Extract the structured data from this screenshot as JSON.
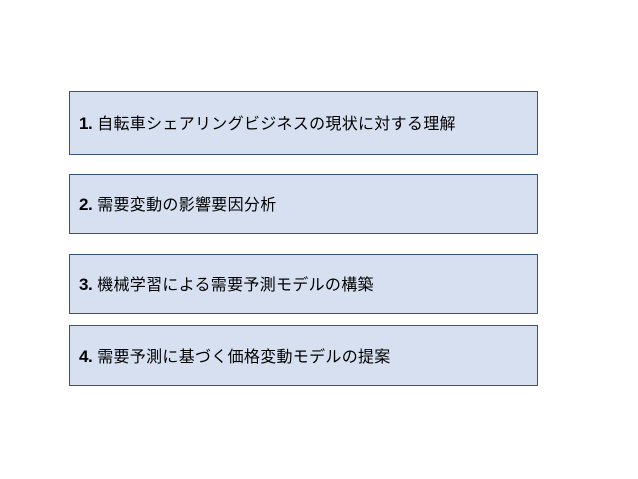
{
  "slide": {
    "background_color": "#ffffff",
    "box_fill_color": "#d7e0f0",
    "box_border_color": "#36547c",
    "text_color": "#000000",
    "agenda": {
      "items": [
        {
          "number": "1.",
          "text": "自転車シェアリングビジネスの現状に対する理解"
        },
        {
          "number": "2.",
          "text": "需要変動の影響要因分析"
        },
        {
          "number": "3.",
          "text": "機械学習による需要予測モデルの構築"
        },
        {
          "number": "4.",
          "text": "需要予測に基づく価格変動モデルの提案"
        }
      ]
    }
  }
}
